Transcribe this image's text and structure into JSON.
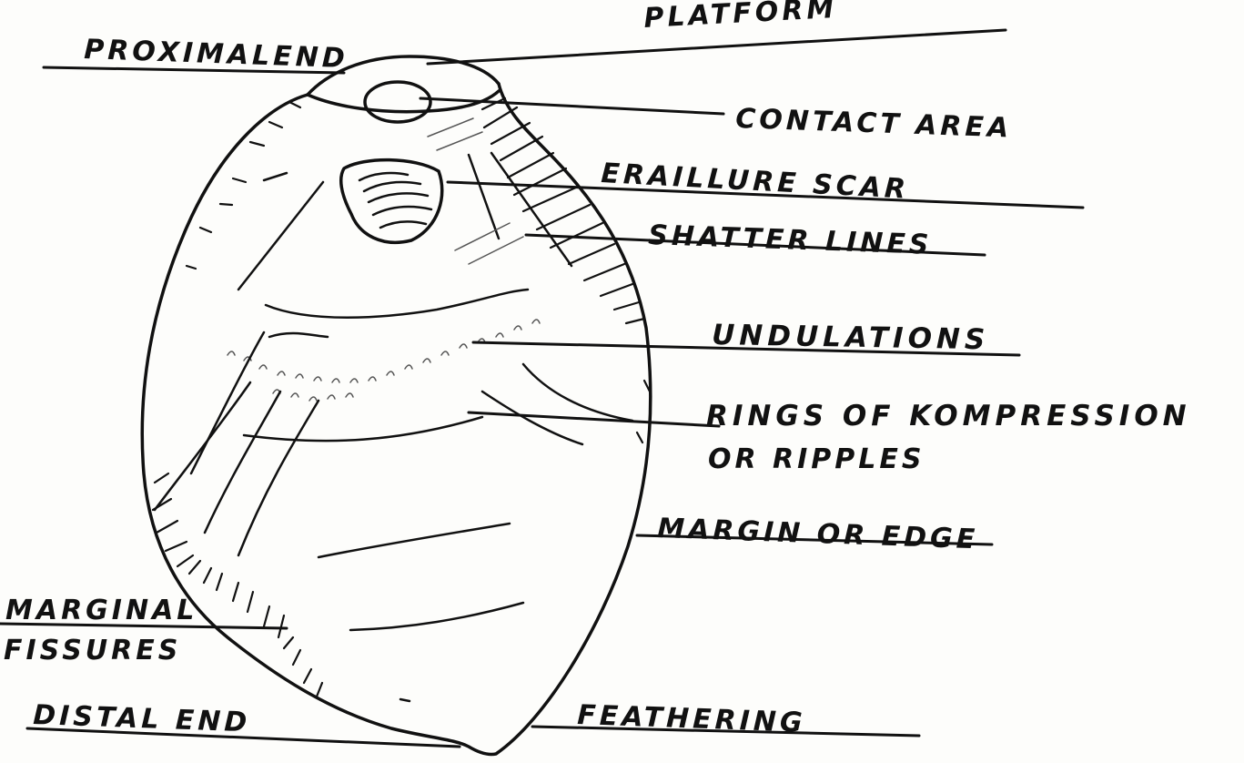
{
  "labels": {
    "platform": "PLATFORM",
    "proximal_end": "PROXIMALEND",
    "contact_area": "CONTACT AREA",
    "erailure_scar": "ERAILLURE SCAR",
    "shatter_lines": "SHATTER LINES",
    "undulations": "UNDULATIONS",
    "rings_line1": "RINGS OF KOMPRESSION",
    "rings_line2": "OR RIPPLES",
    "margin": "MARGIN OR EDGE",
    "marginal_line1": "MARGINAL",
    "marginal_line2": "FISSURES",
    "distal_end": "DISTAL END",
    "feathering": "FEATHERING"
  },
  "colors": {
    "ink": "#111111",
    "paper": "#fdfdfb"
  }
}
